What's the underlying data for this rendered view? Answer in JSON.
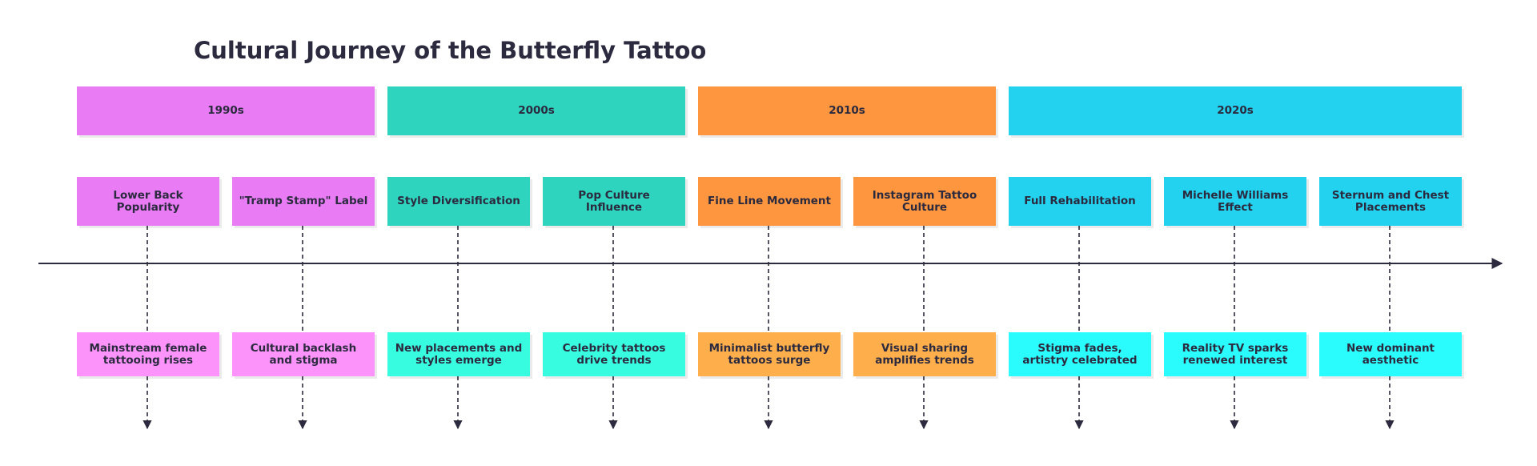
{
  "title": "Cultural Journey of the Butterfly Tattoo",
  "colors": {
    "axis": "#2b2a3f",
    "text": "#2b2a3f",
    "1990s": {
      "header": "#e97cf4",
      "event": "#e97cf4",
      "effect": "#fc93fa"
    },
    "2000s": {
      "header": "#2fd4bf",
      "event": "#2fd4bf",
      "effect": "#38fce0"
    },
    "2010s": {
      "header": "#fd963e",
      "event": "#fd963e",
      "effect": "#feae4b"
    },
    "2020s": {
      "header": "#22d2ee",
      "event": "#22d2ee",
      "effect": "#2afcfd"
    }
  },
  "decades": [
    {
      "label": "1990s"
    },
    {
      "label": "2000s"
    },
    {
      "label": "2010s"
    },
    {
      "label": "2020s"
    }
  ],
  "events": [
    {
      "decade": "1990s",
      "label": "Lower Back\nPopularity",
      "effect": "Mainstream female\ntattooing rises"
    },
    {
      "decade": "1990s",
      "label": "\"Tramp Stamp\" Label",
      "effect": "Cultural backlash\nand stigma"
    },
    {
      "decade": "2000s",
      "label": "Style Diversification",
      "effect": "New placements and\nstyles emerge"
    },
    {
      "decade": "2000s",
      "label": "Pop Culture\nInfluence",
      "effect": "Celebrity tattoos\ndrive trends"
    },
    {
      "decade": "2010s",
      "label": "Fine Line Movement",
      "effect": "Minimalist butterfly\ntattoos surge"
    },
    {
      "decade": "2010s",
      "label": "Instagram Tattoo\nCulture",
      "effect": "Visual sharing\namplifies trends"
    },
    {
      "decade": "2020s",
      "label": "Full Rehabilitation",
      "effect": "Stigma fades,\nartistry celebrated"
    },
    {
      "decade": "2020s",
      "label": "Michelle Williams\nEffect",
      "effect": "Reality TV sparks\nrenewed interest"
    },
    {
      "decade": "2020s",
      "label": "Sternum and Chest\nPlacements",
      "effect": "New dominant\naesthetic"
    }
  ]
}
